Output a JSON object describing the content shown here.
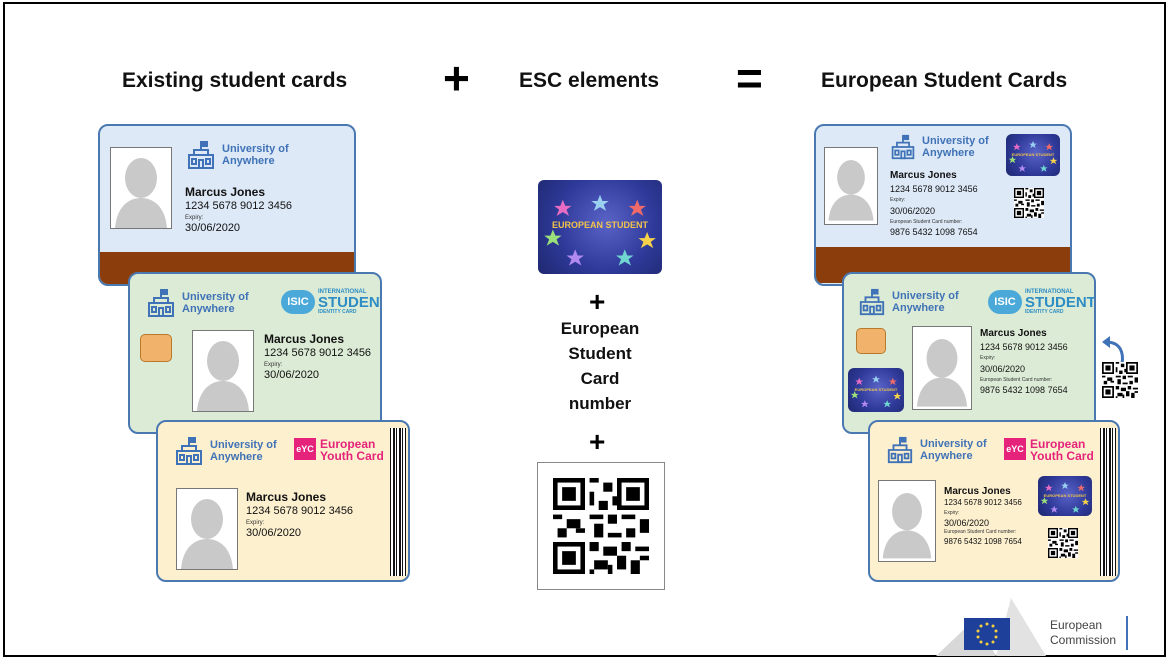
{
  "headings": {
    "left": "Existing student cards",
    "middle": "ESC elements",
    "right": "European Student Cards",
    "plus_sign": "+",
    "equals_sign": "="
  },
  "card": {
    "university": "University of Anywhere",
    "univ_line1": "University of",
    "univ_line2": "Anywhere",
    "holder_name": "Marcus Jones",
    "card_number": "1234 5678 9012 3456",
    "expiry_label": "Expiry:",
    "expiry_date": "30/06/2020",
    "esc_number_label": "European Student Card number:",
    "esc_number": "9876 5432 1098 7654"
  },
  "isic": {
    "badge": "ISIC",
    "line1": "INTERNATIONAL",
    "line2": "STUDENT",
    "line3": "IDENTITY CARD"
  },
  "eyc": {
    "badge": "eYC",
    "line1": "European",
    "line2": "Youth Card"
  },
  "esc_logo_text": "EUROPEAN STUDENT",
  "middle_column": {
    "plus_1": "+",
    "number_text_1": "European",
    "number_text_2": "Student",
    "number_text_3": "Card",
    "number_text_4": "number",
    "plus_2": "+"
  },
  "footer": {
    "ec_line1": "European",
    "ec_line2": "Commission"
  },
  "colors": {
    "accent_blue": "#3f72b6",
    "magnetic_stripe": "#8b3e0c",
    "isic_blue": "#4aa9d8",
    "eyc_pink": "#e5237a",
    "card_blue": "#dde9f7",
    "card_green": "#dcebd6",
    "card_yellow": "#fdf0cf"
  },
  "icons": [
    "university-building-icon",
    "person-silhouette-icon",
    "chip-icon",
    "qr-code-icon",
    "curved-arrow-icon",
    "eu-flag-icon"
  ]
}
